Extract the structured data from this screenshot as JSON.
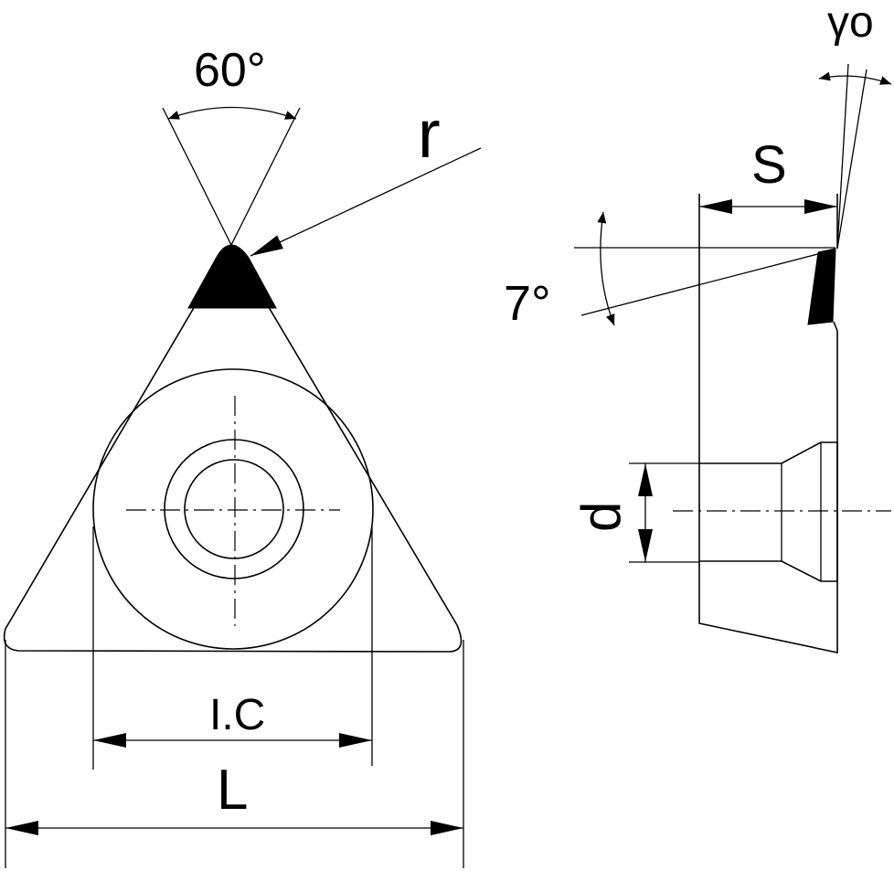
{
  "labels": {
    "angle_tip": "60°",
    "radius": "r",
    "rake_angle": "γo",
    "thickness": "S",
    "clearance_angle": "7°",
    "hole_diameter": "d",
    "inscribed_circle": "I.C",
    "edge_length": "L"
  },
  "colors": {
    "line": "#000000",
    "background": "#ffffff"
  }
}
